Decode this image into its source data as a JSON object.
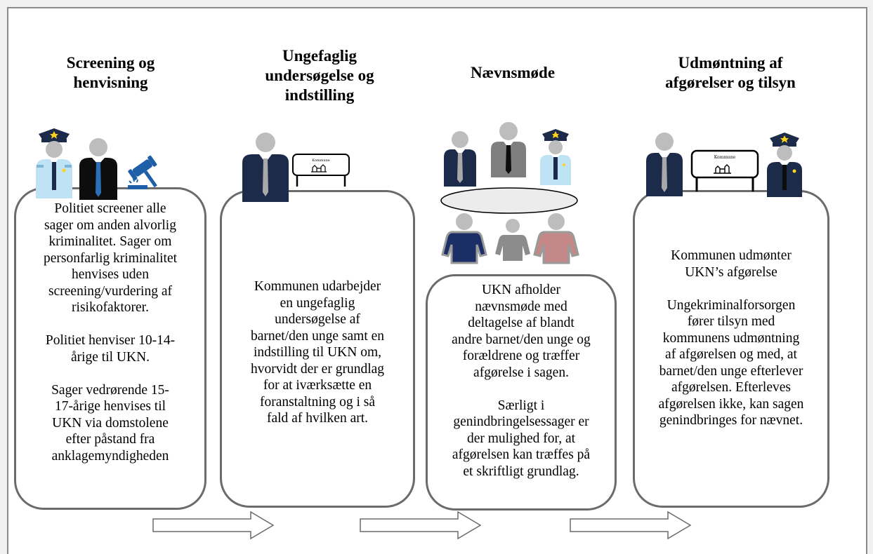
{
  "steps": [
    {
      "title": "Screening og\nhenvisning",
      "body": "Politiet screener alle\nsager om anden alvorlig\nkriminalitet. Sager om\npersonfarlig kriminalitet\nhenvises uden\nscreening/vurdering af\nrisikofaktorer.\n\nPolitiet henviser 10-14-\nårige til UKN.\n\nSager vedrørende 15-\n17-årige henvises til\nUKN via domstolene\nefter påstand fra\nanklagemyndigheden"
    },
    {
      "title": "Ungefaglig\nundersøgelse og\nindstilling",
      "body": "Kommunen udarbejder\nen ungefaglig\nundersøgelse af\nbarnet/den unge samt en\nindstilling til UKN om,\nhvorvidt der er grundlag\nfor at iværksætte en\nforanstaltning og i så\nfald af hvilken art."
    },
    {
      "title": "Nævnsmøde",
      "body": "UKN afholder\nnævnsmøde med\ndeltagelse af blandt\nandre barnet/den unge og\nforældrene og træffer\nafgørelse i sagen.\n\nSærligt i\ngenindbringelsessager er\nder mulighed for, at\nafgørelsen kan træffes på\net skriftligt grundlag."
    },
    {
      "title": "Udmøntning af\nafgørelser og tilsyn",
      "body": "Kommunen udmønter\nUKN’s afgørelse\n\nUngekriminalforsorgen\nfører tilsyn med\nkommunens udmøntning\naf afgørelsen og med, at\nbarnet/den unge efterlever\nafgørelsen. Efterleves\nafgørelsen ikke, kan sagen\ngenindbringes for nævnet."
    }
  ],
  "sign_label": "Kommune",
  "icons": [
    "police-officer-icon",
    "official-icon",
    "gavel-icon",
    "municipality-sign-icon",
    "meeting-table-icon",
    "child-icon",
    "parent-icon"
  ],
  "colors": {
    "box_border": "#6b6b6b",
    "navy": "#1c2b4a",
    "police_shirt": "#bfe3f5",
    "gavel_blue": "#1f5fa8",
    "head_gray": "#bdbdbd",
    "parent_pink": "#c48888",
    "child_navy": "#1b2f66"
  }
}
